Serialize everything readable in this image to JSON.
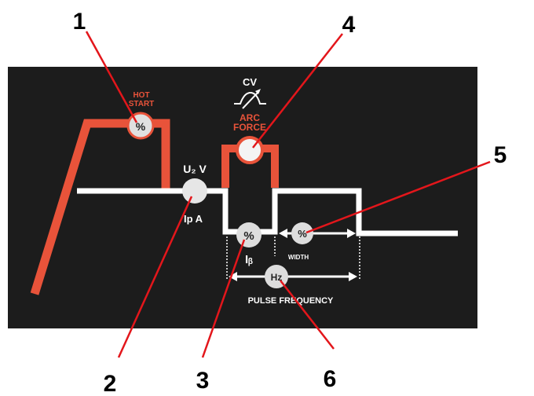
{
  "callouts": [
    "1",
    "2",
    "3",
    "4",
    "5",
    "6"
  ],
  "labels": {
    "hot_start_line1": "HOT",
    "hot_start_line2": "START",
    "cv": "CV",
    "arc_force_line1": "ARC",
    "arc_force_line2": "FORCE",
    "u2v": "U₂ V",
    "ip_a": "Ip A",
    "ib": "Iᵦ",
    "width": "WIDTH",
    "pulse_frequency": "PULSE FREQUENCY"
  },
  "knobs": {
    "hot_start": "%",
    "ib": "%",
    "width": "%",
    "frequency": "Hz"
  },
  "colors": {
    "panel": "#1c1c1c",
    "accent": "#e8533a",
    "waveform": "#ffffff",
    "leader": "#e3161b",
    "callout_text": "#000000"
  }
}
